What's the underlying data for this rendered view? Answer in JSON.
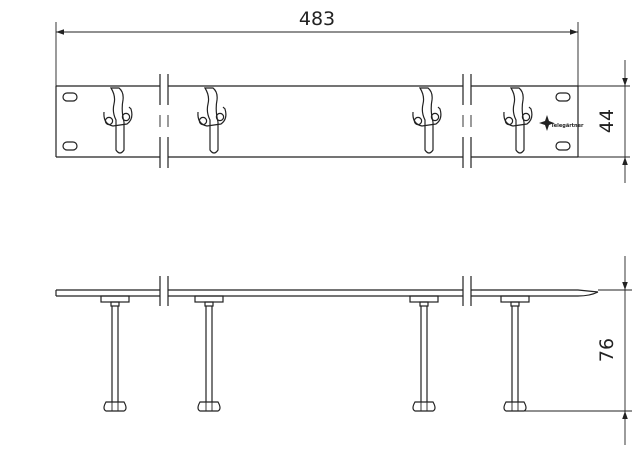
{
  "dimensions": {
    "width": "483",
    "height": "44",
    "depth": "76"
  },
  "brand": {
    "name": "Telegärtner"
  },
  "colors": {
    "line": "#222222",
    "background": "#ffffff"
  }
}
